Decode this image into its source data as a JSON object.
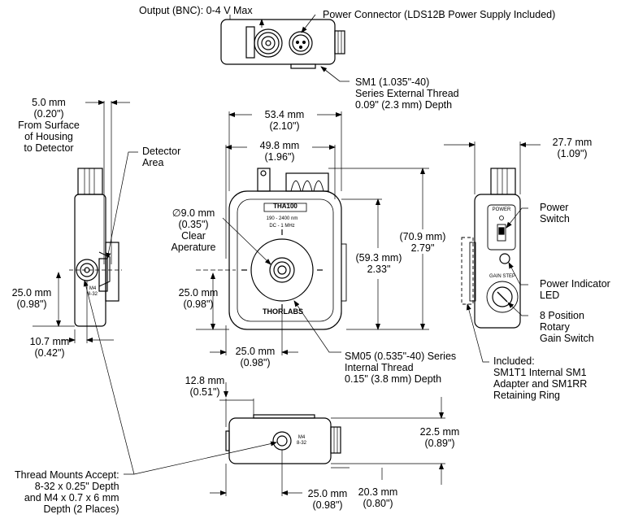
{
  "top_view": {
    "output_label": "Output (BNC): 0-4 V Max",
    "power_connector_label": "Power Connector (LDS12B Power Supply Included)",
    "sm1_thread_lines": [
      "SM1 (1.035\"-40)",
      "Series External Thread",
      "0.09\" (2.3 mm) Depth"
    ]
  },
  "left_view": {
    "dim_5mm": [
      "5.0 mm",
      "(0.20\")",
      "From Surface",
      "of Housing",
      "to Detector"
    ],
    "detector_area": [
      "Detector",
      "Area"
    ],
    "dim_25mm": [
      "25.0 mm",
      "(0.98\")"
    ],
    "dim_10_7mm": [
      "10.7 mm",
      "(0.42\")"
    ],
    "thread_marks": [
      "M4",
      "8-32"
    ]
  },
  "front_view": {
    "dim_53_4": [
      "53.4 mm",
      "(2.10\")"
    ],
    "dim_49_8": [
      "49.8 mm",
      "(1.96\")"
    ],
    "aperture": [
      "∅9.0 mm",
      "(0.35\")",
      "Clear",
      "Aperature"
    ],
    "dim_25_left": [
      "25.0 mm",
      "(0.98\")"
    ],
    "dim_25_bottom": [
      "25.0 mm",
      "(0.98\")"
    ],
    "dim_59_3": [
      "(59.3 mm)",
      "2.33\""
    ],
    "dim_70_9": [
      "(70.9 mm)",
      "2.79\""
    ],
    "sm05_thread": [
      "SM05 (0.535\"-40) Series",
      "Internal Thread",
      "0.15\" (3.8 mm) Depth"
    ],
    "model": "THA100",
    "spec_line1": "190 - 2400 nm",
    "spec_line2": "DC - 1 MHz",
    "brand": "THORLABS"
  },
  "right_view": {
    "dim_27_7": [
      "27.7 mm",
      "(1.09\")"
    ],
    "power_switch": [
      "Power",
      "Switch"
    ],
    "power_indicator": [
      "Power Indicator",
      "LED"
    ],
    "rotary_switch": [
      "8 Position",
      "Rotary",
      "Gain Switch"
    ],
    "included": [
      "Included:",
      "SM1T1 Internal SM1",
      "Adapter and SM1RR",
      "Retaining Ring"
    ],
    "power_panel_text": "POWER",
    "gain_panel_text": "GAIN STEP"
  },
  "bottom_view": {
    "dim_12_8": [
      "12.8 mm",
      "(0.51\")"
    ],
    "dim_22_5": [
      "22.5 mm",
      "(0.89\")"
    ],
    "dim_25": [
      "25.0 mm",
      "(0.98\")"
    ],
    "dim_20_3": [
      "20.3 mm",
      "(0.80\")"
    ],
    "thread_mounts": [
      "Thread Mounts Accept:",
      "8-32 x 0.25\" Depth",
      "and M4 x 0.7 x 6 mm",
      "Depth (2 Places)"
    ],
    "thread_marks": [
      "M4",
      "8-32"
    ]
  }
}
